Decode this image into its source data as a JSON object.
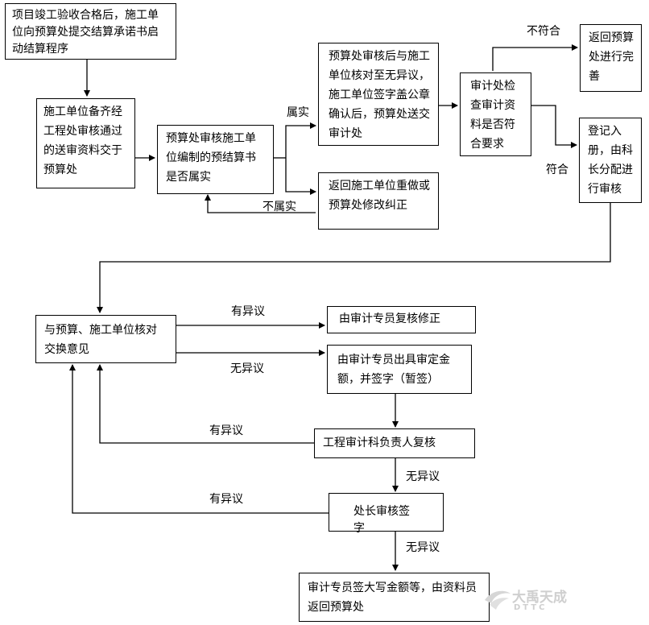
{
  "nodes": {
    "b1": "项目竣工验收合格后，施工单位向预算处提交结算承诺书启动结算程序",
    "b2": "施工单位备齐经工程处审核通过的送审资料交于预算处",
    "b3": "预算处审核施工单位编制的预结算书是否属实",
    "b4": "预算处审核后与施工单位核对至无异议，施工单位签字盖公章确认后，预算处送交审计处",
    "b5": "返回施工单位重做或预算处修改纠正",
    "b6": "审计处检查审计资料是否符合要求",
    "b7": "返回预算处进行完善",
    "b8": "登记入册，由科长分配进行审核",
    "b9": "与预算、施工单位核对交换意见",
    "b10": "由审计专员复核修正",
    "b11": "由审计专员出具审定金额，并签字（暂签）",
    "b12": "工程审计科负责人复核",
    "b13": "处长审核签字",
    "b14": "审计专员签大写金额等，由资料员返回预算处"
  },
  "edge_labels": {
    "shushi": "属实",
    "bushushi": "不属实",
    "bufuhe": "不符合",
    "fuhe": "符合",
    "youyiyi_1": "有异议",
    "wuyiyi_1": "无异议",
    "youyiyi_2": "有异议",
    "wuyiyi_2": "无异议",
    "youyiyi_3": "有异议",
    "wuyiyi_3": "无异议"
  },
  "watermark": {
    "text": "大禹天成",
    "subtext": "DTTC"
  }
}
